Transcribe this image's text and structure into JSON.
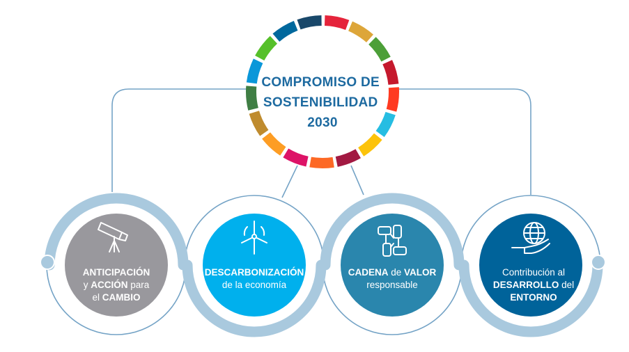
{
  "center": {
    "title_lines": [
      "COMPROMISO DE",
      "SOSTENIBILIDAD",
      "2030"
    ],
    "title_color": "#1d6aa0",
    "ring_colors": [
      "#e5243b",
      "#dda63a",
      "#4c9f38",
      "#c5192d",
      "#ff3a21",
      "#26bde2",
      "#fcc30b",
      "#a21942",
      "#fd6925",
      "#dd1367",
      "#fd9d24",
      "#bf8b2e",
      "#3f7e44",
      "#0a97d9",
      "#56c02b",
      "#00689d",
      "#19486a"
    ]
  },
  "pillars": [
    {
      "icon": "telescope-icon",
      "color": "#99989d",
      "lines": [
        [
          {
            "t": "ANTICIPACIÓN",
            "b": true
          }
        ],
        [
          {
            "t": "y ",
            "b": false
          },
          {
            "t": "ACCIÓN",
            "b": true
          },
          {
            "t": " para",
            "b": false
          }
        ],
        [
          {
            "t": "el ",
            "b": false
          },
          {
            "t": "CAMBIO",
            "b": true
          }
        ]
      ]
    },
    {
      "icon": "wind-turbine-icon",
      "color": "#00b0ed",
      "lines": [
        [
          {
            "t": "DESCARBONIZACIÓN",
            "b": true
          }
        ],
        [
          {
            "t": "de la economía",
            "b": false
          }
        ]
      ]
    },
    {
      "icon": "joined-hands-icon",
      "color": "#2a86ad",
      "lines": [
        [
          {
            "t": "CADENA",
            "b": true
          },
          {
            "t": " de ",
            "b": false
          },
          {
            "t": "VALOR",
            "b": true
          }
        ],
        [
          {
            "t": "responsable",
            "b": false
          }
        ]
      ]
    },
    {
      "icon": "globe-in-hand-icon",
      "color": "#00639a",
      "lines": [
        [
          {
            "t": "Contribución al",
            "b": false
          }
        ],
        [
          {
            "t": "DESARROLLO",
            "b": true
          },
          {
            "t": " del",
            "b": false
          }
        ],
        [
          {
            "t": "ENTORNO",
            "b": true
          }
        ]
      ]
    }
  ],
  "colors": {
    "band": "#a9c9de",
    "line": "#74a3c6"
  }
}
